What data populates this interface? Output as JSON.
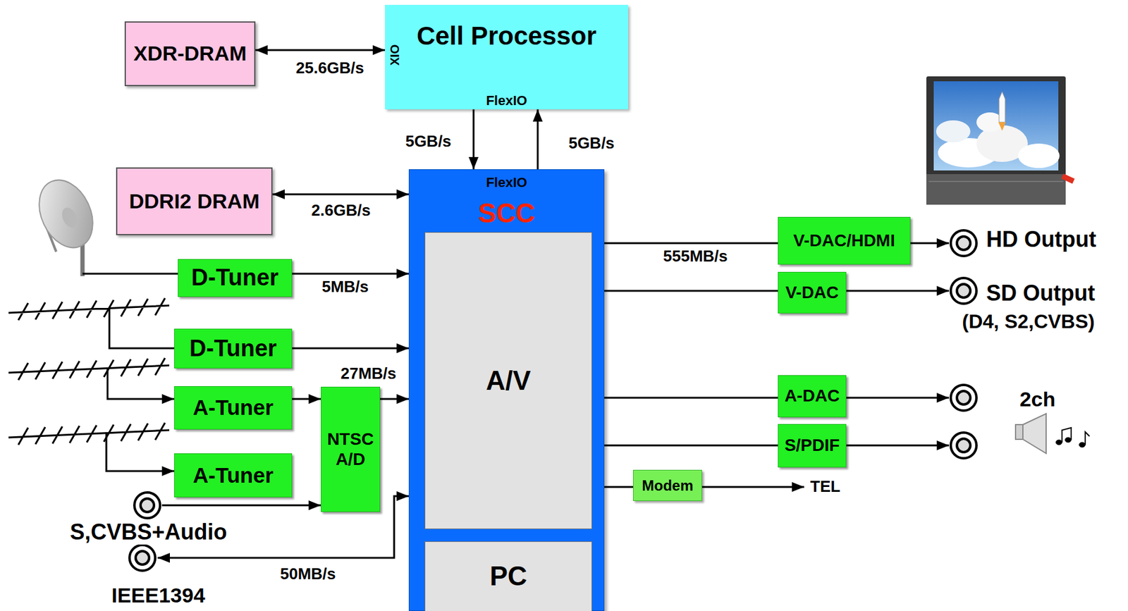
{
  "diagram": {
    "nodes": [
      {
        "text": [
          "XDR-DRAM"
        ]
      },
      {
        "text": [
          "Cell Processor",
          "XIO",
          "FlexIO"
        ]
      },
      {
        "text": [
          "DDRI2 DRAM"
        ]
      },
      {
        "text": [
          "FlexIO",
          "SCC"
        ]
      },
      {
        "text": [
          "A/V"
        ],
        "in": 3
      },
      {
        "text": [
          "PC"
        ],
        "in": 3
      },
      {
        "text": [
          "D-Tuner"
        ]
      },
      {
        "text": [
          "D-Tuner"
        ]
      },
      {
        "text": [
          "A-Tuner"
        ]
      },
      {
        "text": [
          "A-Tuner"
        ]
      },
      {
        "text": [
          "NTSC A/D"
        ]
      },
      {
        "text": [
          "V-DAC/HDMI"
        ]
      },
      {
        "text": [
          "V-DAC"
        ]
      },
      {
        "text": [
          "A-DAC"
        ]
      },
      {
        "text": [
          "S/PDIF"
        ]
      },
      {
        "text": [
          "Modem"
        ]
      }
    ],
    "edges": [
      {
        "from": 0,
        "to": 1,
        "label": "25.6GB/s",
        "arrow": "both"
      },
      {
        "from": 1,
        "to": 3,
        "label": "5GB/s",
        "arrow": "to"
      },
      {
        "from": 3,
        "to": 1,
        "label": "5GB/s",
        "arrow": "to"
      },
      {
        "from": 2,
        "to": 3,
        "label": "2.6GB/s",
        "arrow": "both"
      },
      {
        "from": 6,
        "to": 3,
        "label": "5MB/s",
        "arrow": "to"
      },
      {
        "from": 7,
        "to": 3,
        "arrow": "to"
      },
      {
        "from": 8,
        "to": 10,
        "arrow": "to"
      },
      {
        "from": 10,
        "to": 3,
        "label": "27MB/s",
        "arrow": "to"
      },
      {
        "from": 3,
        "to": 11,
        "label": "555MB/s",
        "arrow": "none"
      },
      {
        "from": 3,
        "to": 12,
        "arrow": "none"
      },
      {
        "from": 3,
        "to": 13,
        "arrow": "none"
      },
      {
        "from": 3,
        "to": 14,
        "arrow": "none"
      },
      {
        "from": 3,
        "to": 15,
        "arrow": "none"
      }
    ],
    "labels": [
      "HD Output",
      "SD Output",
      "(D4, S2,CVBS)",
      "2ch",
      "TEL",
      "S,CVBS+Audio",
      "50MB/s",
      "IEEE1394"
    ]
  }
}
